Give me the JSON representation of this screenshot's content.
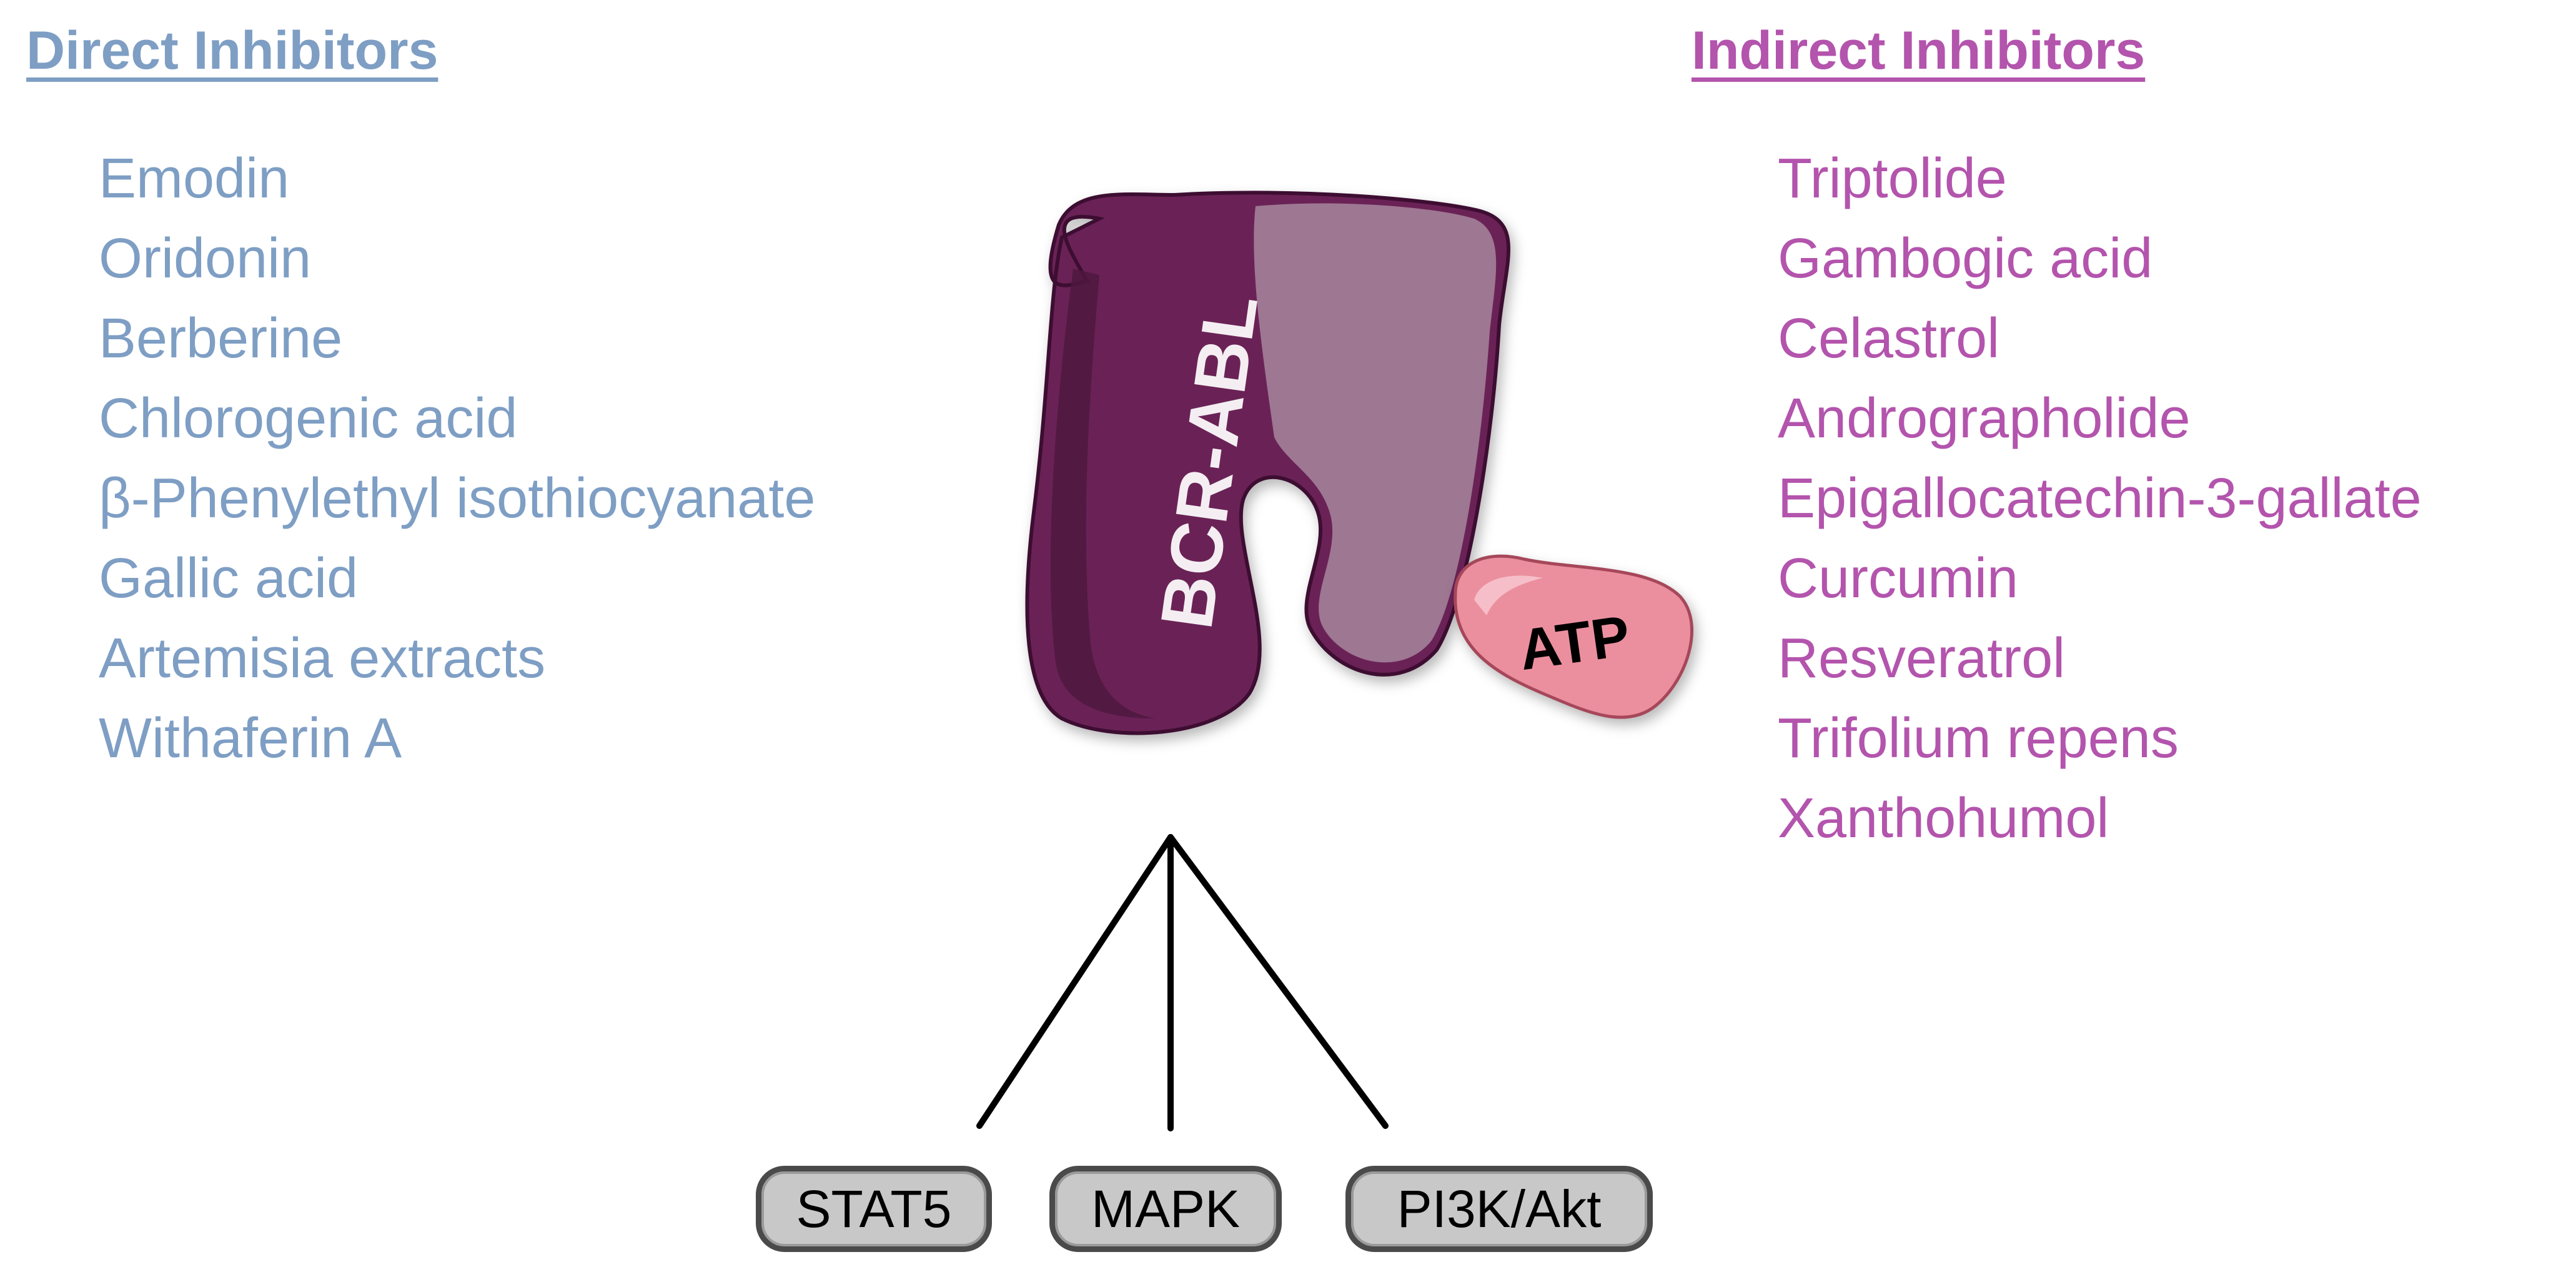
{
  "direct": {
    "heading": "Direct Inhibitors",
    "items": [
      "Emodin",
      "Oridonin",
      "Berberine",
      "Chlorogenic acid",
      "β-Phenylethyl isothiocyanate",
      "Gallic acid",
      "Artemisia extracts",
      "Withaferin A"
    ]
  },
  "indirect": {
    "heading": "Indirect Inhibitors",
    "items": [
      "Triptolide",
      "Gambogic acid",
      "Celastrol",
      "Andrographolide",
      "Epigallocatechin-3-gallate",
      "Curcumin",
      "Resveratrol",
      "Trifolium repens",
      "Xanthohumol"
    ]
  },
  "kinase": {
    "label": "BCR-ABL"
  },
  "atp": {
    "label": "ATP"
  },
  "pathways": [
    "STAT5",
    "MAPK",
    "PI3K/Akt"
  ],
  "colors": {
    "direct": "#7e9ec4",
    "indirect": "#b354ad",
    "kinase_dark": "#6b2456",
    "kinase_light": "#a17c96",
    "atp_fill": "#eb8f9e",
    "box_fill": "#c8c8c8"
  }
}
